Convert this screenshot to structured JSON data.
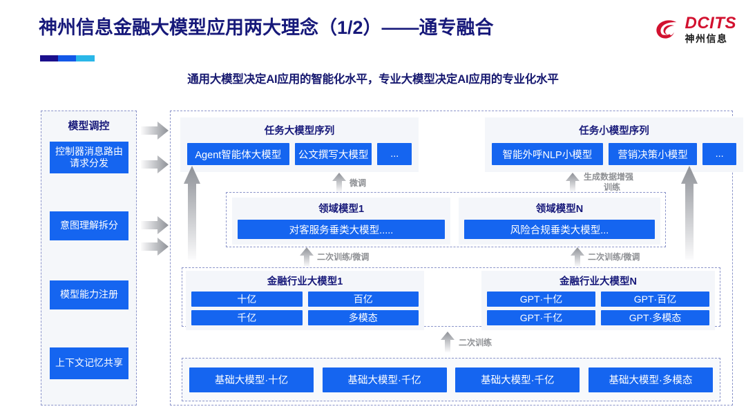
{
  "header": {
    "title": "神州信息金融大模型应用两大理念（1/2）——通专融合",
    "subtitle": "通用大模型决定AI应用的智能化水平，专业大模型决定AI应用的专业化水平",
    "logo_en": "DCITS",
    "logo_cn": "神州信息",
    "accent_colors": [
      "#1b0f8c",
      "#1358e8",
      "#2ab7e8"
    ]
  },
  "colors": {
    "brand_navy": "#17197a",
    "box_blue": "#1565f0",
    "logo_red": "#d2112f",
    "dashed_border": "#8a93c9",
    "panel_bg": "#f4f6fa",
    "arrow_gray": "#9a9da3"
  },
  "control_column": {
    "title": "模型调控",
    "items": [
      {
        "label": "控制器消息路由请求分发"
      },
      {
        "label": "意图理解拆分"
      },
      {
        "label": "模型能力注册"
      },
      {
        "label": "上下文记忆共享"
      }
    ]
  },
  "task_models": [
    {
      "title": "任务大模型序列",
      "items": [
        "Agent智能体大模型",
        "公文撰写大模型",
        "..."
      ]
    },
    {
      "title": "任务小模型序列",
      "items": [
        "智能外呼NLP小模型",
        "营销决策小模型",
        "..."
      ]
    }
  ],
  "domain_models": [
    {
      "title": "领域模型1",
      "item": "对客服务垂类大模型....."
    },
    {
      "title": "领域模型N",
      "item": "风险合规垂类大模型..."
    }
  ],
  "industry_models": [
    {
      "title": "金融行业大模型1",
      "items": [
        "十亿",
        "百亿",
        "千亿",
        "多模态"
      ]
    },
    {
      "title": "金融行业大模型N",
      "items": [
        "GPT·十亿",
        "GPT·百亿",
        "GPT·千亿",
        "GPT·多模态"
      ]
    }
  ],
  "base_models": [
    "基础大模型·十亿",
    "基础大模型·千亿",
    "基础大模型·千亿",
    "基础大模型·多模态"
  ],
  "flow_captions": {
    "fine_tune": "微调",
    "data_augment_line1": "生成数据增强",
    "data_augment_line2": "训练",
    "retrain_finetune_left": "二次训练/微调",
    "retrain_finetune_right": "二次训练/微调",
    "retrain": "二次训练"
  }
}
